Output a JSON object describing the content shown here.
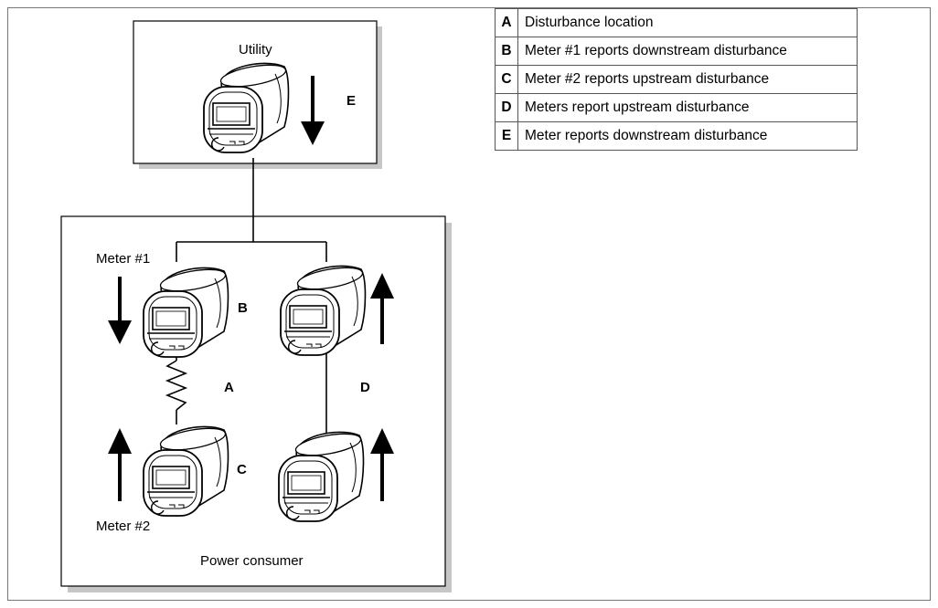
{
  "labels": {
    "utility": "Utility",
    "meter1": "Meter #1",
    "meter2": "Meter #2",
    "power_consumer": "Power consumer",
    "A": "A",
    "B": "B",
    "C": "C",
    "D": "D",
    "E": "E"
  },
  "legend": [
    {
      "key": "A",
      "text": "Disturbance location"
    },
    {
      "key": "B",
      "text": "Meter #1 reports downstream disturbance"
    },
    {
      "key": "C",
      "text": "Meter #2 reports upstream disturbance"
    },
    {
      "key": "D",
      "text": "Meters report upstream disturbance"
    },
    {
      "key": "E",
      "text": "Meter reports downstream disturbance"
    }
  ]
}
